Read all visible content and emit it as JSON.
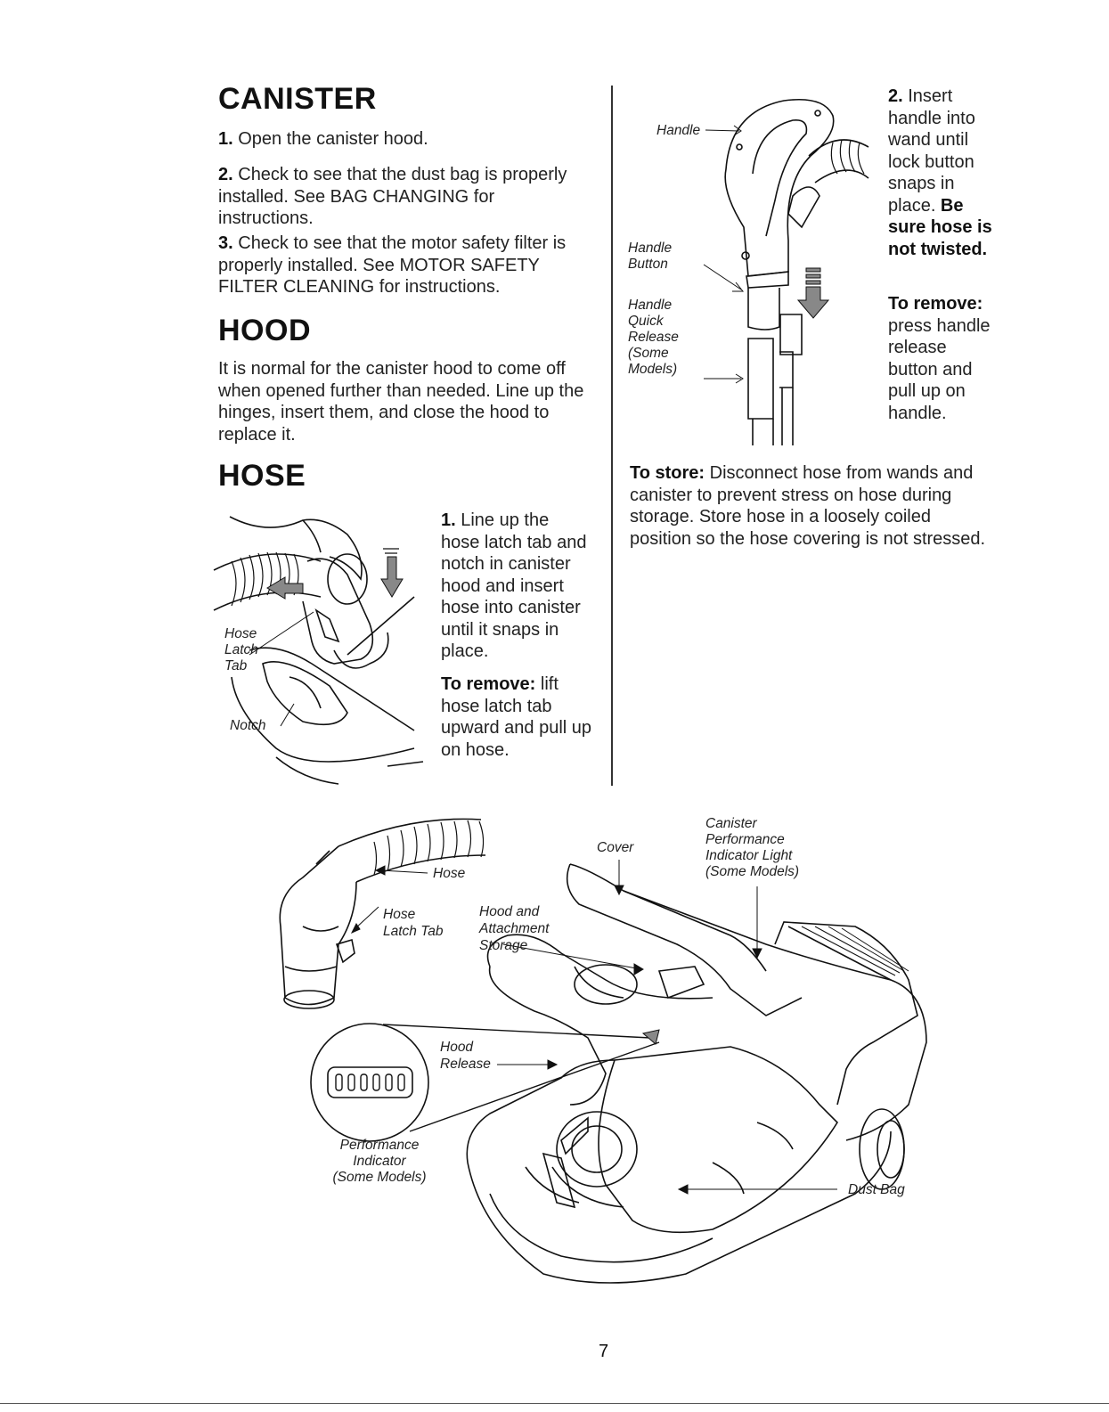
{
  "canister": {
    "title": "CANISTER",
    "step1_num": "1.",
    "step1": " Open the canister hood.",
    "step2_num": "2.",
    "step2": " Check to see that the dust bag is properly installed. See BAG CHANGING for instructions.",
    "step3_num": "3.",
    "step3": " Check to see that the motor safety filter is properly installed. See MOTOR SAFETY FILTER CLEANING for instructions."
  },
  "hood": {
    "title": "HOOD",
    "text": "It is normal for the canister hood to come off when opened further than needed. Line up the hinges, insert them, and close the hood to replace it."
  },
  "hose": {
    "title": "HOSE",
    "step1_num": "1.",
    "step1": " Line up the hose latch tab and notch in canister hood and insert hose into canister until it snaps in place.",
    "remove_label": "To remove:",
    "remove_text": " lift hose latch tab upward and pull up on hose.",
    "labels": {
      "hose_latch_tab": [
        "Hose",
        "Latch",
        "Tab"
      ],
      "notch": "Notch"
    }
  },
  "handle": {
    "step2_num": "2.",
    "step2": " Insert handle into wand until lock button snaps in place.",
    "step2_bold": " Be sure hose is not twisted.",
    "remove_label": "To remove:",
    "remove_text": " press handle release button and pull up on handle.",
    "labels": {
      "handle": "Handle",
      "handle_button": [
        "Handle",
        "Button"
      ],
      "handle_quick_release": [
        "Handle",
        "Quick",
        "Release",
        "(Some",
        "Models)"
      ]
    }
  },
  "store": {
    "label": "To store:",
    "text": " Disconnect hose from wands and canister to prevent stress on hose during storage. Store hose in a loosely coiled position so the hose covering is not stressed."
  },
  "diagram": {
    "hose": "Hose",
    "hose_latch_tab": [
      "Hose",
      "Latch Tab"
    ],
    "hood_storage": [
      "Hood and",
      "Attachment",
      "Storage"
    ],
    "cover": "Cover",
    "indicator_light": [
      "Canister",
      "Performance",
      "Indicator Light",
      "(Some Models)"
    ],
    "hood_release": [
      "Hood",
      "Release"
    ],
    "performance_indicator": [
      "Performance",
      "Indicator",
      "(Some Models)"
    ],
    "dust_bag": "Dust Bag"
  },
  "page_number": "7"
}
